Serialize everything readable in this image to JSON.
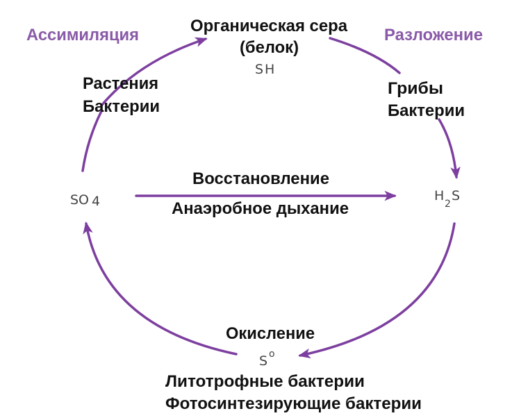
{
  "title": "Круговорот серы",
  "colors": {
    "arrow": "#7d3f9f",
    "process_label": "#8a5aa8"
  },
  "compounds": {
    "organic": {
      "line1": "Органическая сера",
      "line2": "(белок)",
      "formula": "SH"
    },
    "sulfate": {
      "symbol": "SO",
      "sub": "4"
    },
    "hydrogen_sulfide": {
      "h": "H",
      "sub": "2",
      "s": "S"
    },
    "sulfur": {
      "symbol": "S",
      "sup": "o"
    }
  },
  "processes": {
    "assimilation": "Ассимиляция",
    "decomposition": "Разложение",
    "reduction": "Восстановление",
    "anaerobic": "Анаэробное дыхание",
    "oxidation": "Окисление"
  },
  "organisms": {
    "assimilation": [
      "Растения",
      "Бактерии"
    ],
    "decomposition": [
      "Грибы",
      "Бактерии"
    ],
    "oxidation": [
      "Литотрофные бактерии",
      "Фотосинтезирующие бактерии"
    ]
  }
}
